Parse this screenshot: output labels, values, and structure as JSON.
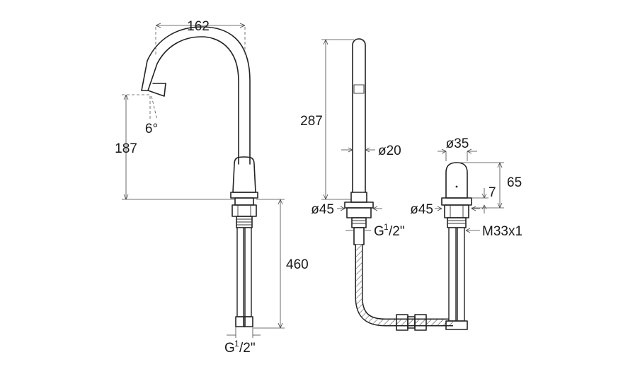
{
  "labels": {
    "spout_width": "162",
    "spout_angle": "6°",
    "spout_height": "187",
    "total_height": "460",
    "thread_left": {
      "main": "G",
      "sup": "1",
      "rest": "/2\""
    },
    "body_height": "287",
    "body_diameter": "ø20",
    "base_diameter_mid": "ø45",
    "thread_mid": {
      "main": "G",
      "sup": "1",
      "rest": "/2\""
    },
    "handle_diameter": "ø35",
    "handle_height": "65",
    "handle_gap": "7",
    "base_diameter_right": "ø45",
    "nut_thread": "M33x1"
  },
  "colors": {
    "line": "#222222",
    "dimension": "#444444",
    "background": "#ffffff"
  }
}
